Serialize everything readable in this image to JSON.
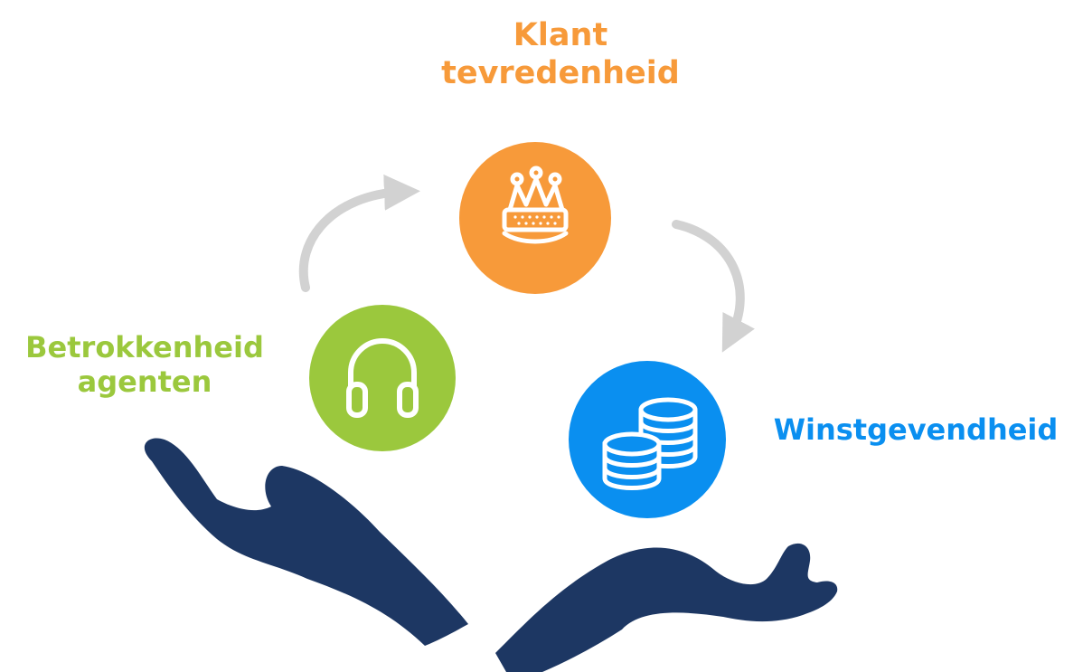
{
  "nodes": {
    "klant": {
      "line1": "Klant",
      "line2": "tevredenheid",
      "color": "#F79A3A",
      "icon": "crown-icon"
    },
    "agent": {
      "line1": "Betrokkenheid",
      "line2": "agenten",
      "color": "#9BC83D",
      "icon": "headphones-icon"
    },
    "winst": {
      "line1": "Winstgevendheid",
      "color": "#0A8FF0",
      "icon": "coins-icon"
    }
  },
  "colors": {
    "hands": "#1D3763",
    "arrows": "#D2D2D2"
  }
}
